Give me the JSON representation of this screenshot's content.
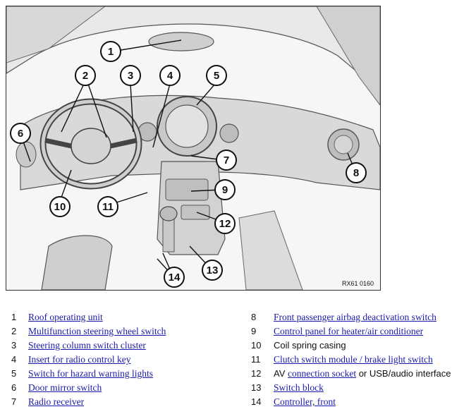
{
  "figure": {
    "code": "RX61 0160",
    "callouts": [
      "1",
      "2",
      "3",
      "4",
      "5",
      "6",
      "7",
      "8",
      "9",
      "10",
      "11",
      "12",
      "13",
      "14"
    ]
  },
  "legend": {
    "items": [
      {
        "number": "1",
        "text": "Roof operating unit"
      },
      {
        "number": "2",
        "text": "Multifunction steering wheel switch"
      },
      {
        "number": "3",
        "text": "Steering column switch cluster"
      },
      {
        "number": "4",
        "text": "Insert for radio control key"
      },
      {
        "number": "5",
        "text": "Switch for hazard warning lights"
      },
      {
        "number": "6",
        "text": "Door mirror switch"
      },
      {
        "number": "7",
        "text": "Radio receiver"
      },
      {
        "number": "8",
        "text": "Front passenger airbag deactivation switch"
      },
      {
        "number": "9",
        "text": "Control panel for heater/air conditioner"
      },
      {
        "number": "10",
        "text": "Coil spring casing"
      },
      {
        "number": "11",
        "text": "Clutch switch module / brake light switch"
      },
      {
        "number": "12",
        "prefix": "AV ",
        "link": "connection socket",
        "suffix": " or USB/audio interface"
      },
      {
        "number": "13",
        "text": "Switch block"
      },
      {
        "number": "14",
        "text": "Controller, front"
      }
    ]
  }
}
